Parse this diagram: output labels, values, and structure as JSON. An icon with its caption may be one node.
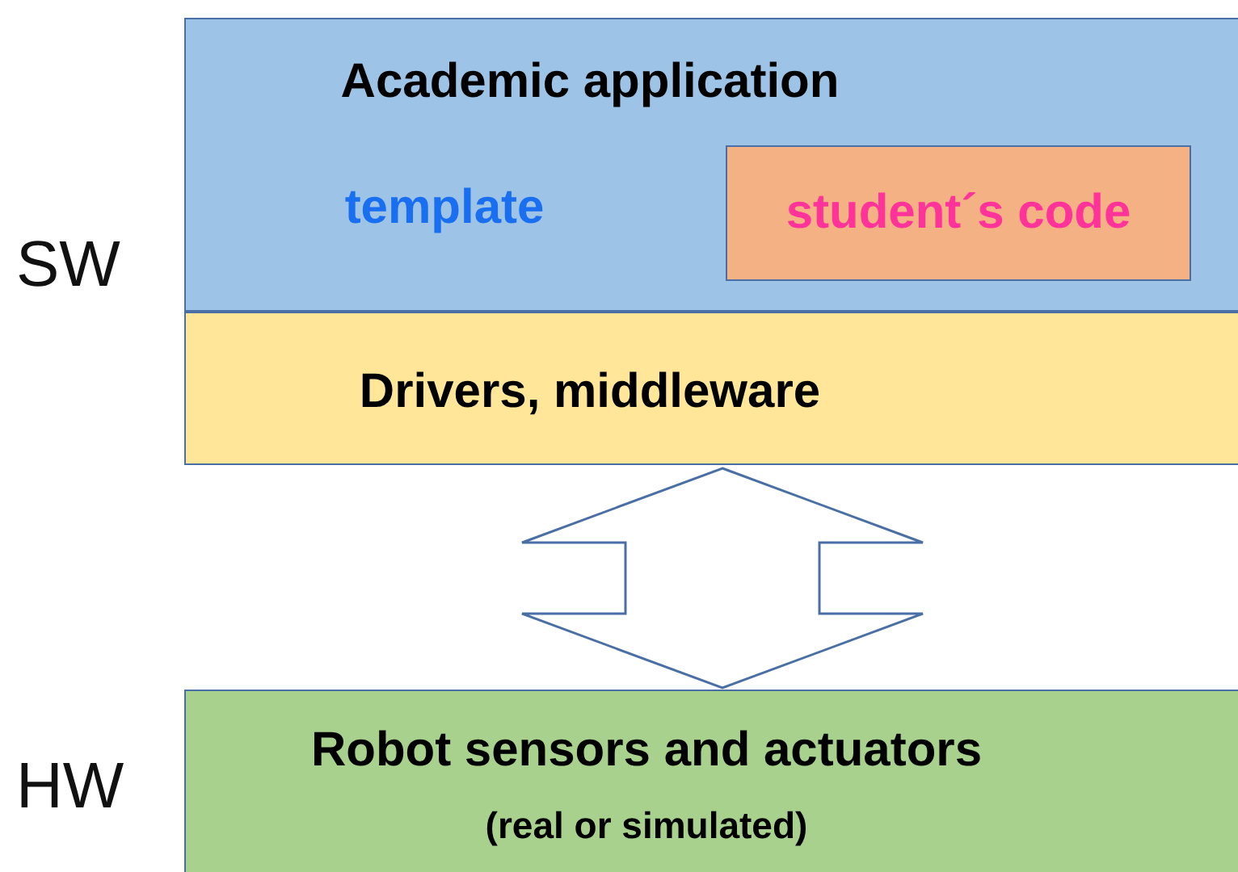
{
  "diagram": {
    "nodes": [
      {
        "text": [
          "Academic application",
          "template"
        ]
      },
      {
        "text": [
          "student´s code"
        ],
        "in": 0
      },
      {
        "text": [
          "Drivers, middleware"
        ]
      },
      {
        "text": [
          "Robot sensors and actuators",
          "(real or simulated)"
        ]
      }
    ],
    "edges": [
      {
        "from": 2,
        "to": 3,
        "arrow": "both"
      }
    ],
    "labels": [
      "SW",
      "HW"
    ]
  }
}
